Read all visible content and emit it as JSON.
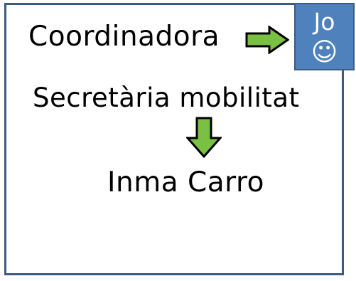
{
  "diagram": {
    "nodes": {
      "coordinadora": "Coordinadora",
      "secretaria": "Secretària mobilitat",
      "inma": "Inma Carro"
    },
    "me_badge": {
      "label": "Jo",
      "emoji": "☺"
    }
  },
  "colors": {
    "frame_border": "#3e5a80",
    "arrow_fill": "#7ac143",
    "arrow_stroke": "#000000",
    "badge_fill": "#4f81bd",
    "badge_border": "#385d8a",
    "badge_text": "#ffffff"
  },
  "icons": {
    "right_arrow": "arrow-right-icon",
    "down_arrow": "arrow-down-icon",
    "smiley": "smiley-icon"
  }
}
